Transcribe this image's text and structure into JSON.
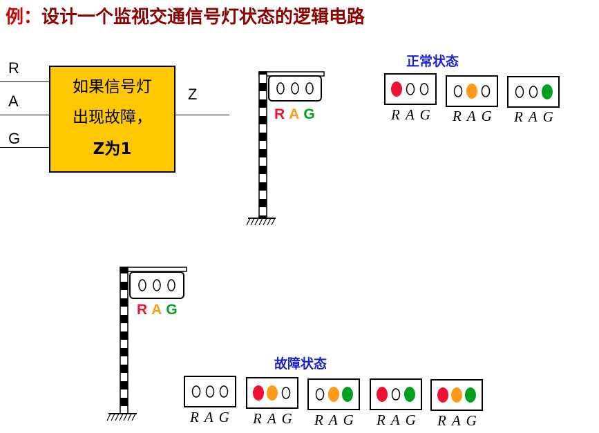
{
  "title": {
    "prefix": "例：",
    "text": "设计一个监视交通信号灯状态的逻辑电路"
  },
  "inputs": [
    "R",
    "A",
    "G"
  ],
  "output": "Z",
  "logic_box": {
    "line1": "如果信号灯",
    "line2": "出现故障，",
    "line3": "Z为1"
  },
  "pole_labels": {
    "r": "R",
    "a": "A",
    "g": "G"
  },
  "normal_title": "正常状态",
  "fault_title": "故障状态",
  "lamp_caption": "RAG",
  "colors": {
    "red": "#ee1133",
    "amber": "#ff9a1a",
    "green": "#00a020",
    "box_yellow": "#ffc800",
    "title_red": "#8B0000",
    "section_blue": "#1a22cc"
  },
  "normal_states": [
    {
      "r": true,
      "a": false,
      "g": false
    },
    {
      "r": false,
      "a": true,
      "g": false
    },
    {
      "r": false,
      "a": false,
      "g": true
    }
  ],
  "fault_states": [
    {
      "r": false,
      "a": false,
      "g": false
    },
    {
      "r": true,
      "a": true,
      "g": false
    },
    {
      "r": false,
      "a": true,
      "g": true
    },
    {
      "r": true,
      "a": false,
      "g": true
    },
    {
      "r": true,
      "a": true,
      "g": true
    }
  ]
}
